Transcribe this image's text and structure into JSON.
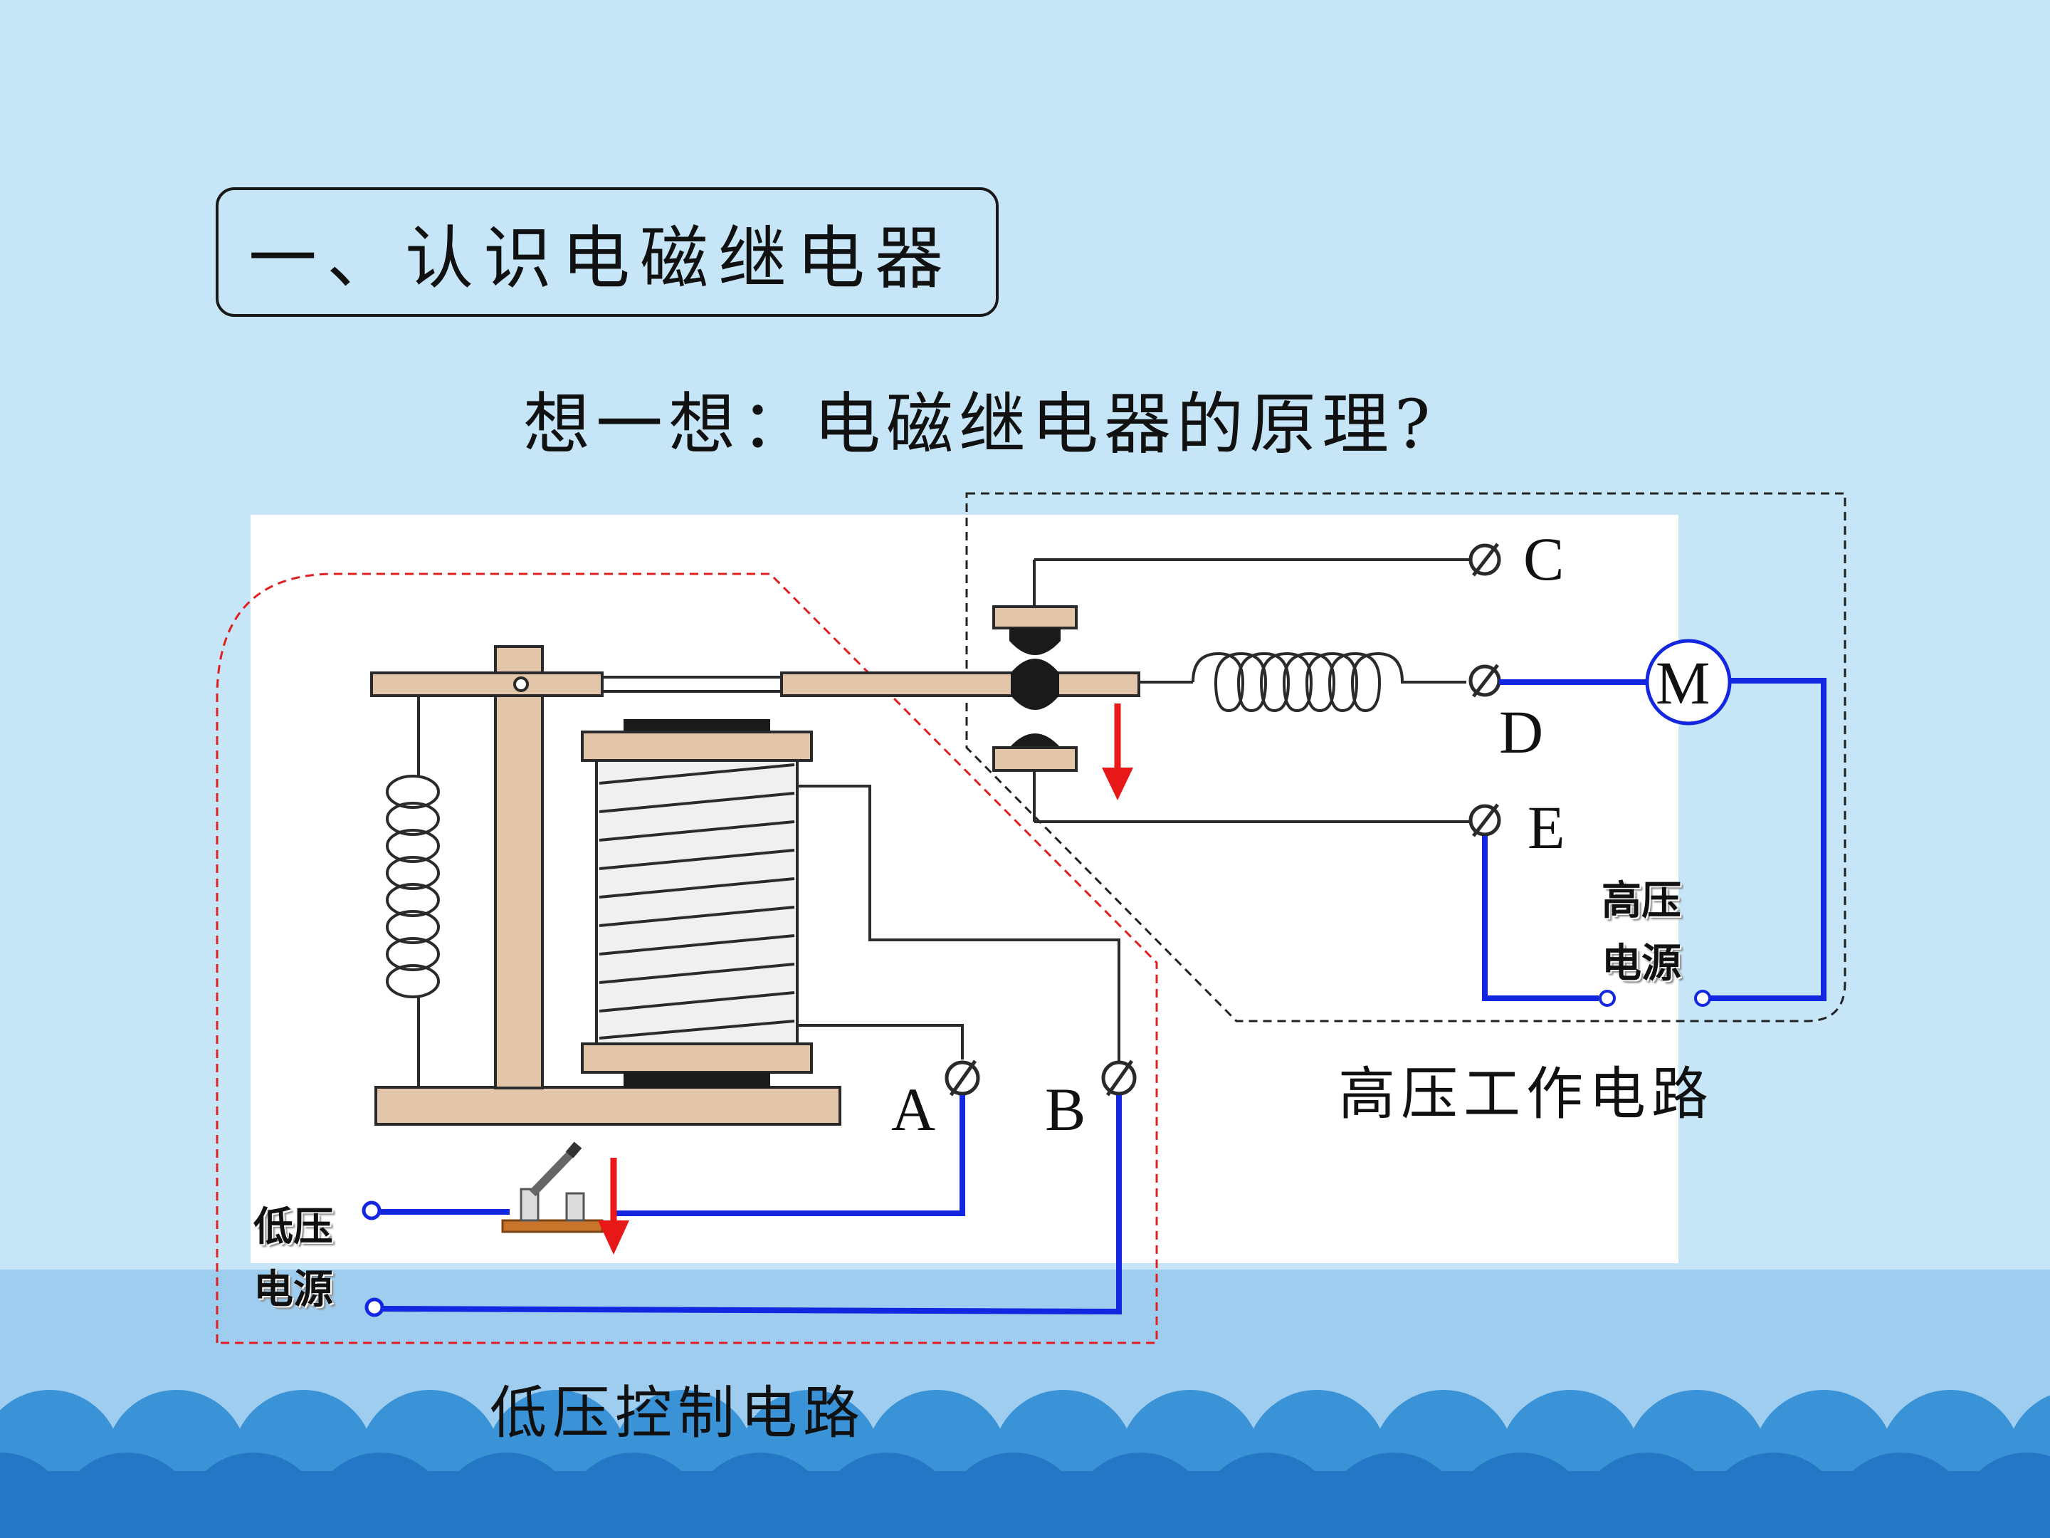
{
  "title": "一、认识电磁继电器",
  "subtitle": "想一想：电磁继电器的原理?",
  "terminals": {
    "a": "A",
    "b": "B",
    "c": "C",
    "d": "D",
    "e": "E",
    "motor": "M"
  },
  "low_voltage_source": [
    "低压",
    "电源"
  ],
  "high_voltage_source": [
    "高压",
    "电源"
  ],
  "low_circuit_caption": "低压控制电路",
  "high_circuit_caption": "高压工作电路",
  "colors": {
    "background": "#c6e6f8",
    "wire_blue": "#1326e0",
    "arrow_red": "#e81818",
    "frame_wood": "#e3c6a9",
    "wave_blue": "#2e89d1"
  }
}
